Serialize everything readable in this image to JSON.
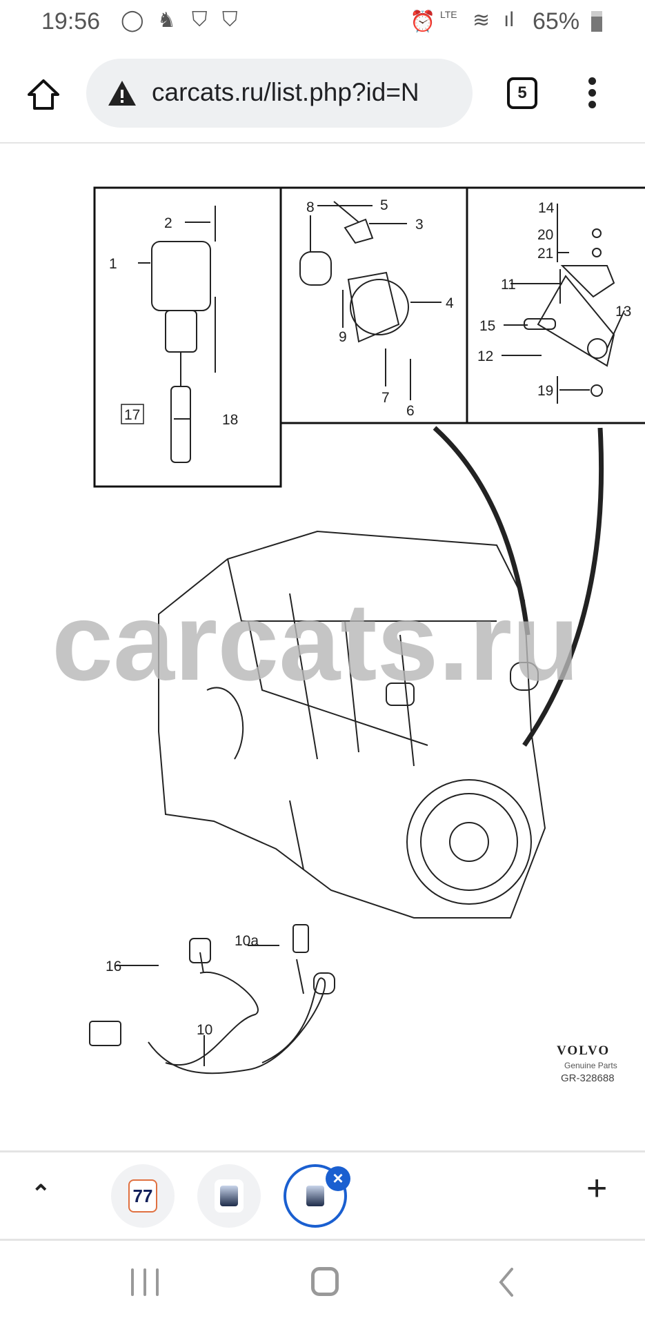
{
  "status_bar": {
    "time": "19:56",
    "battery": "65%",
    "network": "LTE",
    "icons": [
      "whatsapp-icon",
      "notification-icon",
      "shield-phone-icon",
      "shield-t-icon",
      "alarm-icon",
      "volte-icon",
      "wifi-icon",
      "signal-icon",
      "battery-icon"
    ]
  },
  "browser": {
    "url": "carcats.ru/list.php?id=N",
    "tab_count": "5",
    "security_icon": "warning-icon"
  },
  "diagram": {
    "watermark": "carcats.ru",
    "box1_labels": [
      "1",
      "2",
      "17",
      "18"
    ],
    "box2_labels": [
      "3",
      "4",
      "5",
      "6",
      "7",
      "8",
      "9"
    ],
    "box3_labels": [
      "11",
      "12",
      "13",
      "14",
      "15",
      "19",
      "20",
      "21"
    ],
    "bottom_labels": [
      "10",
      "10a",
      "16"
    ],
    "brand": "VOLVO",
    "brand_sub": "Genuine Parts",
    "ref": "GR-328688"
  },
  "tabs": {
    "items": [
      {
        "label": "77",
        "active": false
      },
      {
        "label": "",
        "active": false
      },
      {
        "label": "",
        "active": true
      }
    ],
    "accent": "#1a5fd0"
  }
}
